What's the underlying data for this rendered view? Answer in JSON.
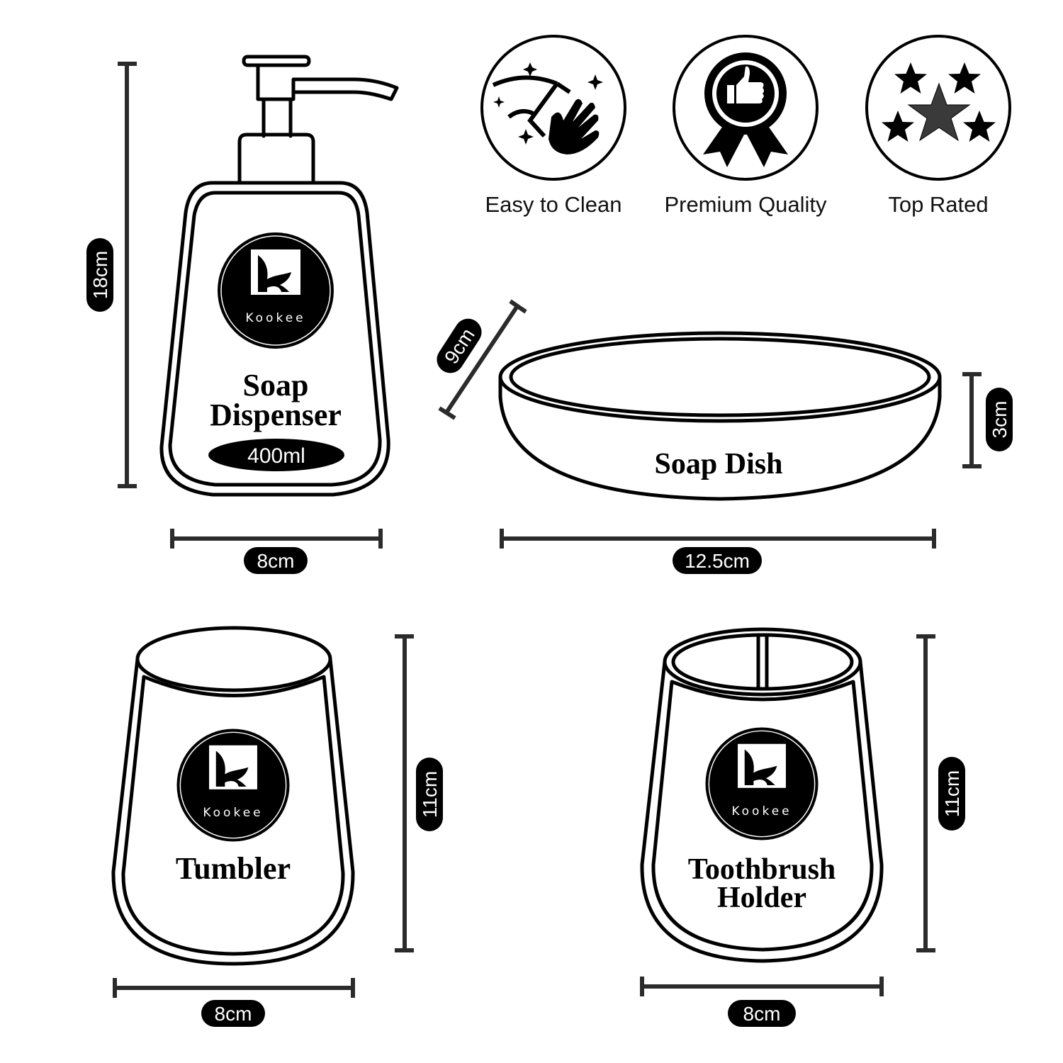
{
  "brand": {
    "name": "Kookee",
    "registered_mark": "®"
  },
  "features": [
    {
      "label": "Easy to Clean",
      "icon": "cleaning-hand-icon"
    },
    {
      "label": "Premium Quality",
      "icon": "award-ribbon-thumbs-up-icon"
    },
    {
      "label": "Top Rated",
      "icon": "five-stars-icon"
    }
  ],
  "products": {
    "soap_dispenser": {
      "name_line1": "Soap",
      "name_line2": "Dispenser",
      "capacity": "400ml",
      "height": "18cm",
      "width": "8cm"
    },
    "soap_dish": {
      "name": "Soap Dish",
      "depth": "9cm",
      "height": "3cm",
      "width": "12.5cm"
    },
    "tumbler": {
      "name": "Tumbler",
      "height": "11cm",
      "width": "8cm"
    },
    "toothbrush_holder": {
      "name_line1": "Toothbrush",
      "name_line2": "Holder",
      "height": "11cm",
      "width": "8cm"
    }
  },
  "colors": {
    "ink": "#000000",
    "dimension_line": "#2b2b2b",
    "background": "#ffffff",
    "star_center": "#3a3a3a"
  }
}
